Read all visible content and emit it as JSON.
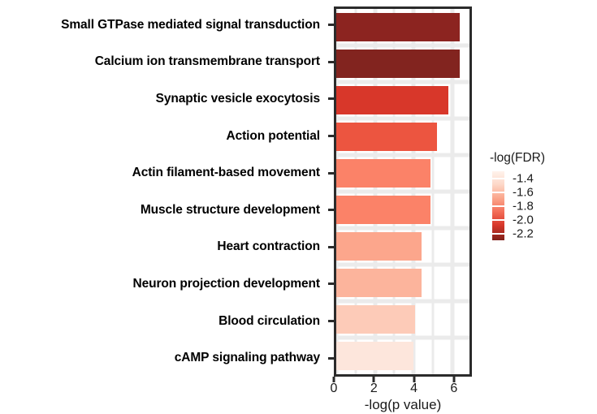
{
  "chart_data": {
    "type": "bar",
    "orientation": "horizontal",
    "title": "",
    "xlabel": "-log(p value)",
    "ylabel": "",
    "xlim": [
      0,
      6.9
    ],
    "xticks": [
      0,
      2,
      4,
      6
    ],
    "xticklabels": [
      "0",
      "2",
      "4",
      "6"
    ],
    "grid": true,
    "categories": [
      "Small GTPase mediated signal transduction",
      "Calcium ion transmembrane transport",
      "Synaptic vesicle exocytosis",
      "Action potential",
      "Actin filament-based movement",
      "Muscle structure development",
      "Heart contraction",
      "Neuron projection development",
      "Blood circulation",
      "cAMP signaling pathway"
    ],
    "values": [
      6.4,
      6.4,
      5.8,
      5.2,
      4.9,
      4.9,
      4.4,
      4.4,
      4.1,
      4.0
    ],
    "colors": [
      "#8C2420",
      "#82241F",
      "#D8372A",
      "#EC5540",
      "#FB8268",
      "#FB8268",
      "#FCA68C",
      "#FCB49C",
      "#FDCBB8",
      "#FDE6DC"
    ],
    "color_values": [
      -2.25,
      -2.3,
      -2.0,
      -1.85,
      -1.65,
      -1.65,
      -1.5,
      -1.47,
      -1.42,
      -1.35
    ],
    "legend": {
      "title": "-log(FDR)",
      "position": "right",
      "type": "colorbar",
      "ticks": [
        -1.4,
        -1.6,
        -1.8,
        -2.0,
        -2.2
      ],
      "ticklabels": [
        "-1.4",
        "-1.6",
        "-1.8",
        "-2.0",
        "-2.2"
      ],
      "range": [
        -1.3,
        -2.3
      ],
      "gradient_light": "#FFF3EC",
      "gradient_dark": "#7F2019"
    },
    "panel": {
      "border_color": "#2b2b2b",
      "background": "#ffffff",
      "gridline_color": "#ebebeb"
    }
  }
}
